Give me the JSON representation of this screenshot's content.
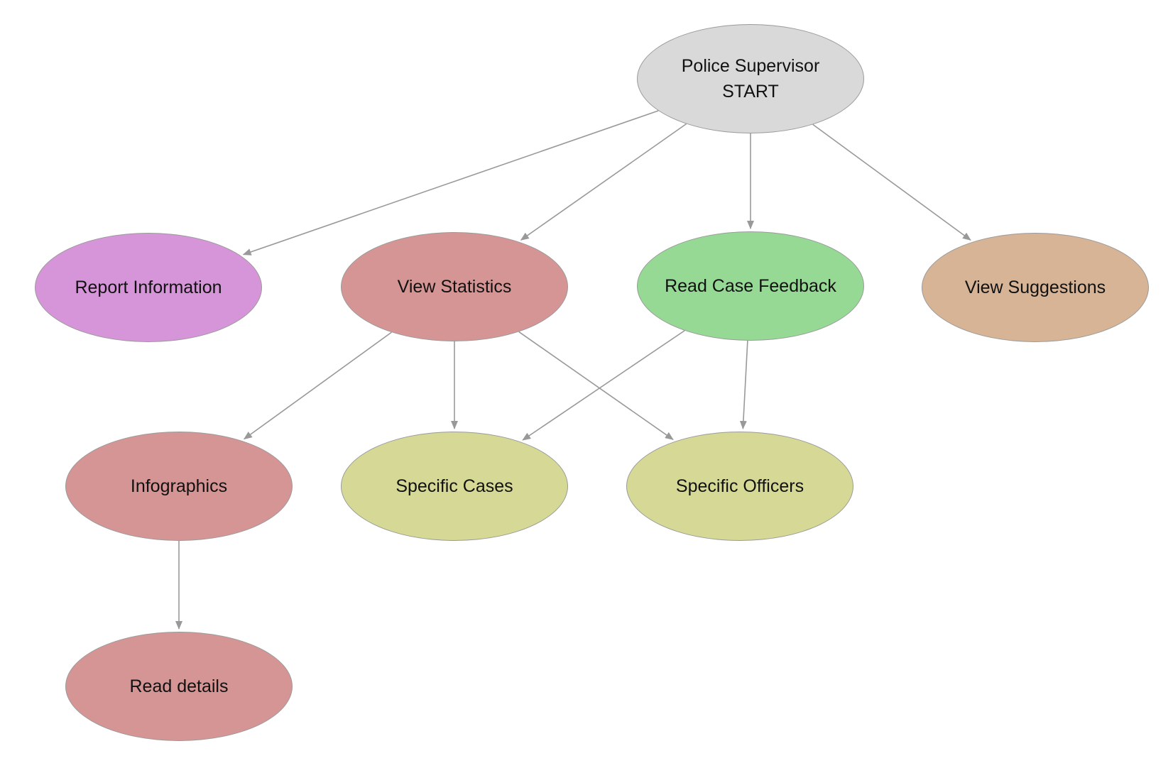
{
  "diagram": {
    "nodes": [
      {
        "id": "start",
        "lines": [
          "Police Supervisor",
          "START"
        ],
        "color": "#d9d9d9"
      },
      {
        "id": "report-information",
        "lines": [
          "Report Information"
        ],
        "color": "#d695d9"
      },
      {
        "id": "view-statistics",
        "lines": [
          "View Statistics"
        ],
        "color": "#d69595"
      },
      {
        "id": "read-case-feedback",
        "lines": [
          "Read Case Feedback"
        ],
        "color": "#96d995"
      },
      {
        "id": "view-suggestions",
        "lines": [
          "View Suggestions"
        ],
        "color": "#d6b495"
      },
      {
        "id": "infographics",
        "lines": [
          "Infographics"
        ],
        "color": "#d69595"
      },
      {
        "id": "specific-cases",
        "lines": [
          "Specific Cases"
        ],
        "color": "#d6d995"
      },
      {
        "id": "specific-officers",
        "lines": [
          "Specific Officers"
        ],
        "color": "#d6d995"
      },
      {
        "id": "read-details",
        "lines": [
          "Read details"
        ],
        "color": "#d69595"
      }
    ],
    "edges": [
      {
        "from": "start",
        "to": "report-information"
      },
      {
        "from": "start",
        "to": "view-statistics"
      },
      {
        "from": "start",
        "to": "read-case-feedback"
      },
      {
        "from": "start",
        "to": "view-suggestions"
      },
      {
        "from": "view-statistics",
        "to": "infographics"
      },
      {
        "from": "view-statistics",
        "to": "specific-cases"
      },
      {
        "from": "view-statistics",
        "to": "specific-officers"
      },
      {
        "from": "read-case-feedback",
        "to": "specific-cases"
      },
      {
        "from": "read-case-feedback",
        "to": "specific-officers"
      },
      {
        "from": "infographics",
        "to": "read-details"
      }
    ],
    "edge_color": "#999999",
    "border_color": "#9a9a9a"
  }
}
